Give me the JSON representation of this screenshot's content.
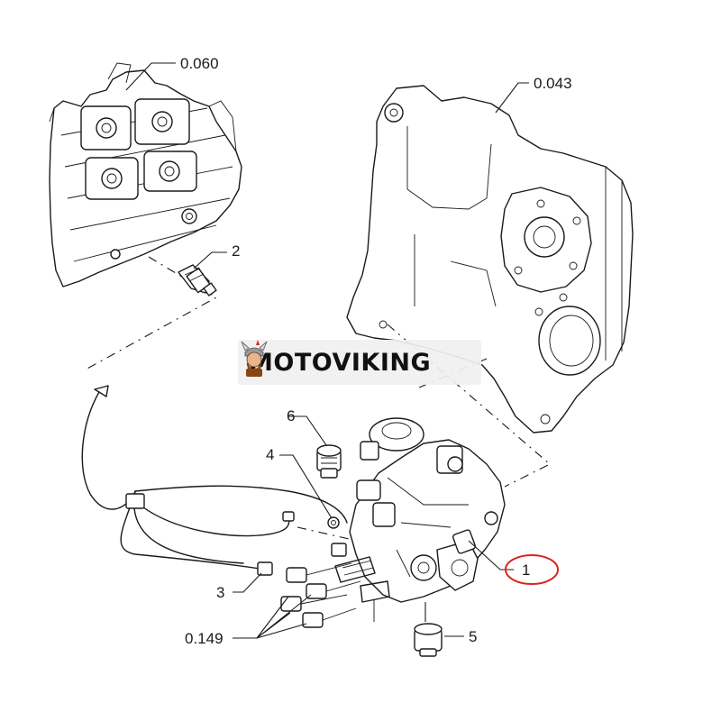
{
  "brand": {
    "name": "MOTOVIKING",
    "logo_icon": "viking-mascot-icon",
    "text_color": "#111111"
  },
  "callouts": {
    "cylinder_head": "0.060",
    "gear_housing": "0.043",
    "sensor": "2",
    "cap_top": "6",
    "fitting": "4",
    "harness": "3",
    "connectors": "0.149",
    "plug_bottom": "5",
    "pump": "1"
  },
  "highlight": {
    "target": "pump",
    "color": "#d9251d"
  }
}
